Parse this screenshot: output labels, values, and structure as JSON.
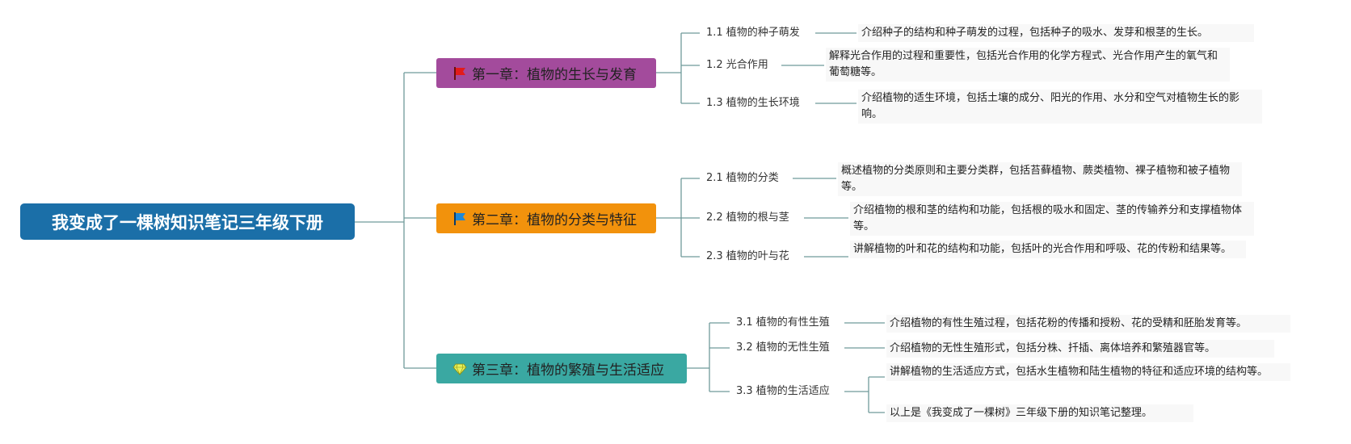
{
  "root": {
    "label": "我变成了一棵树知识笔记三年级下册",
    "color": "#1b6fa8"
  },
  "chapters": [
    {
      "label": "第一章：植物的生长与发育",
      "icon": "red-flag-icon",
      "color": "#a34b9c",
      "sections": [
        {
          "label": "1.1 植物的种子萌发",
          "desc": "介绍种子的结构和种子萌发的过程，包括种子的吸水、发芽和根茎的生长。"
        },
        {
          "label": "1.2 光合作用",
          "desc": "解释光合作用的过程和重要性，包括光合作用的化学方程式、光合作用产生的氧气和葡萄糖等。"
        },
        {
          "label": "1.3 植物的生长环境",
          "desc": "介绍植物的适生环境，包括土壤的成分、阳光的作用、水分和空气对植物生长的影响。"
        }
      ]
    },
    {
      "label": "第二章：植物的分类与特征",
      "icon": "blue-flag-icon",
      "color": "#f2920c",
      "sections": [
        {
          "label": "2.1 植物的分类",
          "desc": "概述植物的分类原则和主要分类群，包括苔藓植物、蕨类植物、裸子植物和被子植物等。"
        },
        {
          "label": "2.2 植物的根与茎",
          "desc": "介绍植物的根和茎的结构和功能，包括根的吸水和固定、茎的传输养分和支撑植物体等。"
        },
        {
          "label": "2.3 植物的叶与花",
          "desc": "讲解植物的叶和花的结构和功能，包括叶的光合作用和呼吸、花的传粉和结果等。"
        }
      ]
    },
    {
      "label": "第三章：植物的繁殖与生活适应",
      "icon": "diamond-icon",
      "color": "#3aa8a2",
      "sections": [
        {
          "label": "3.1 植物的有性生殖",
          "desc": "介绍植物的有性生殖过程，包括花粉的传播和授粉、花的受精和胚胎发育等。"
        },
        {
          "label": "3.2 植物的无性生殖",
          "desc": "介绍植物的无性生殖形式，包括分株、扦插、离体培养和繁殖器官等。"
        },
        {
          "label": "3.3 植物的生活适应",
          "desc": "讲解植物的生活适应方式，包括水生植物和陆生植物的特征和适应环境的结构等。",
          "desc2": "以上是《我变成了一棵树》三年级下册的知识笔记整理。"
        }
      ]
    }
  ]
}
